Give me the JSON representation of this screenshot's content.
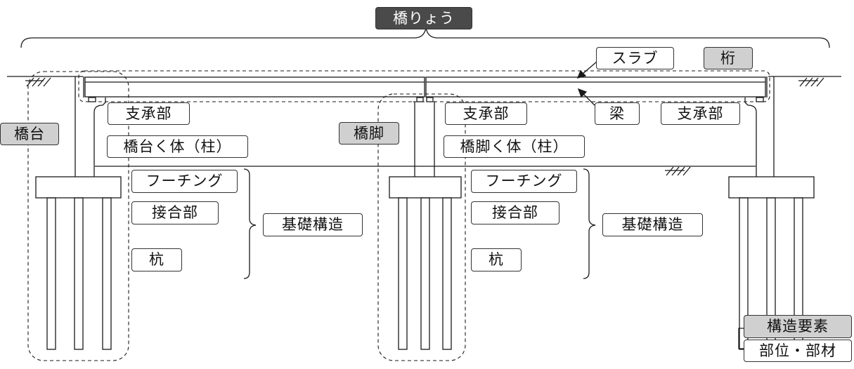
{
  "title": "橋りょう",
  "labels": {
    "slab": "スラブ",
    "girder": "桁",
    "beam": "梁",
    "bearing_left": "支承部",
    "bearing_center": "支承部",
    "bearing_right": "支承部",
    "abutment": "橋台",
    "abutment_body": "橋台く体（柱）",
    "pier": "橋脚",
    "pier_body": "橋脚く体（柱）",
    "footing_left": "フーチング",
    "joint_left": "接合部",
    "pile_left": "杭",
    "foundation_left": "基礎構造",
    "footing_right": "フーチング",
    "joint_right": "接合部",
    "pile_right": "杭",
    "foundation_right": "基礎構造"
  },
  "legend": {
    "element": "構造要素",
    "member": "部位・部材"
  },
  "colors": {
    "line": "#1a1a1a",
    "element_fill": "#d0d0d0",
    "title_fill": "#4a4a4a",
    "title_text": "#ffffff"
  }
}
